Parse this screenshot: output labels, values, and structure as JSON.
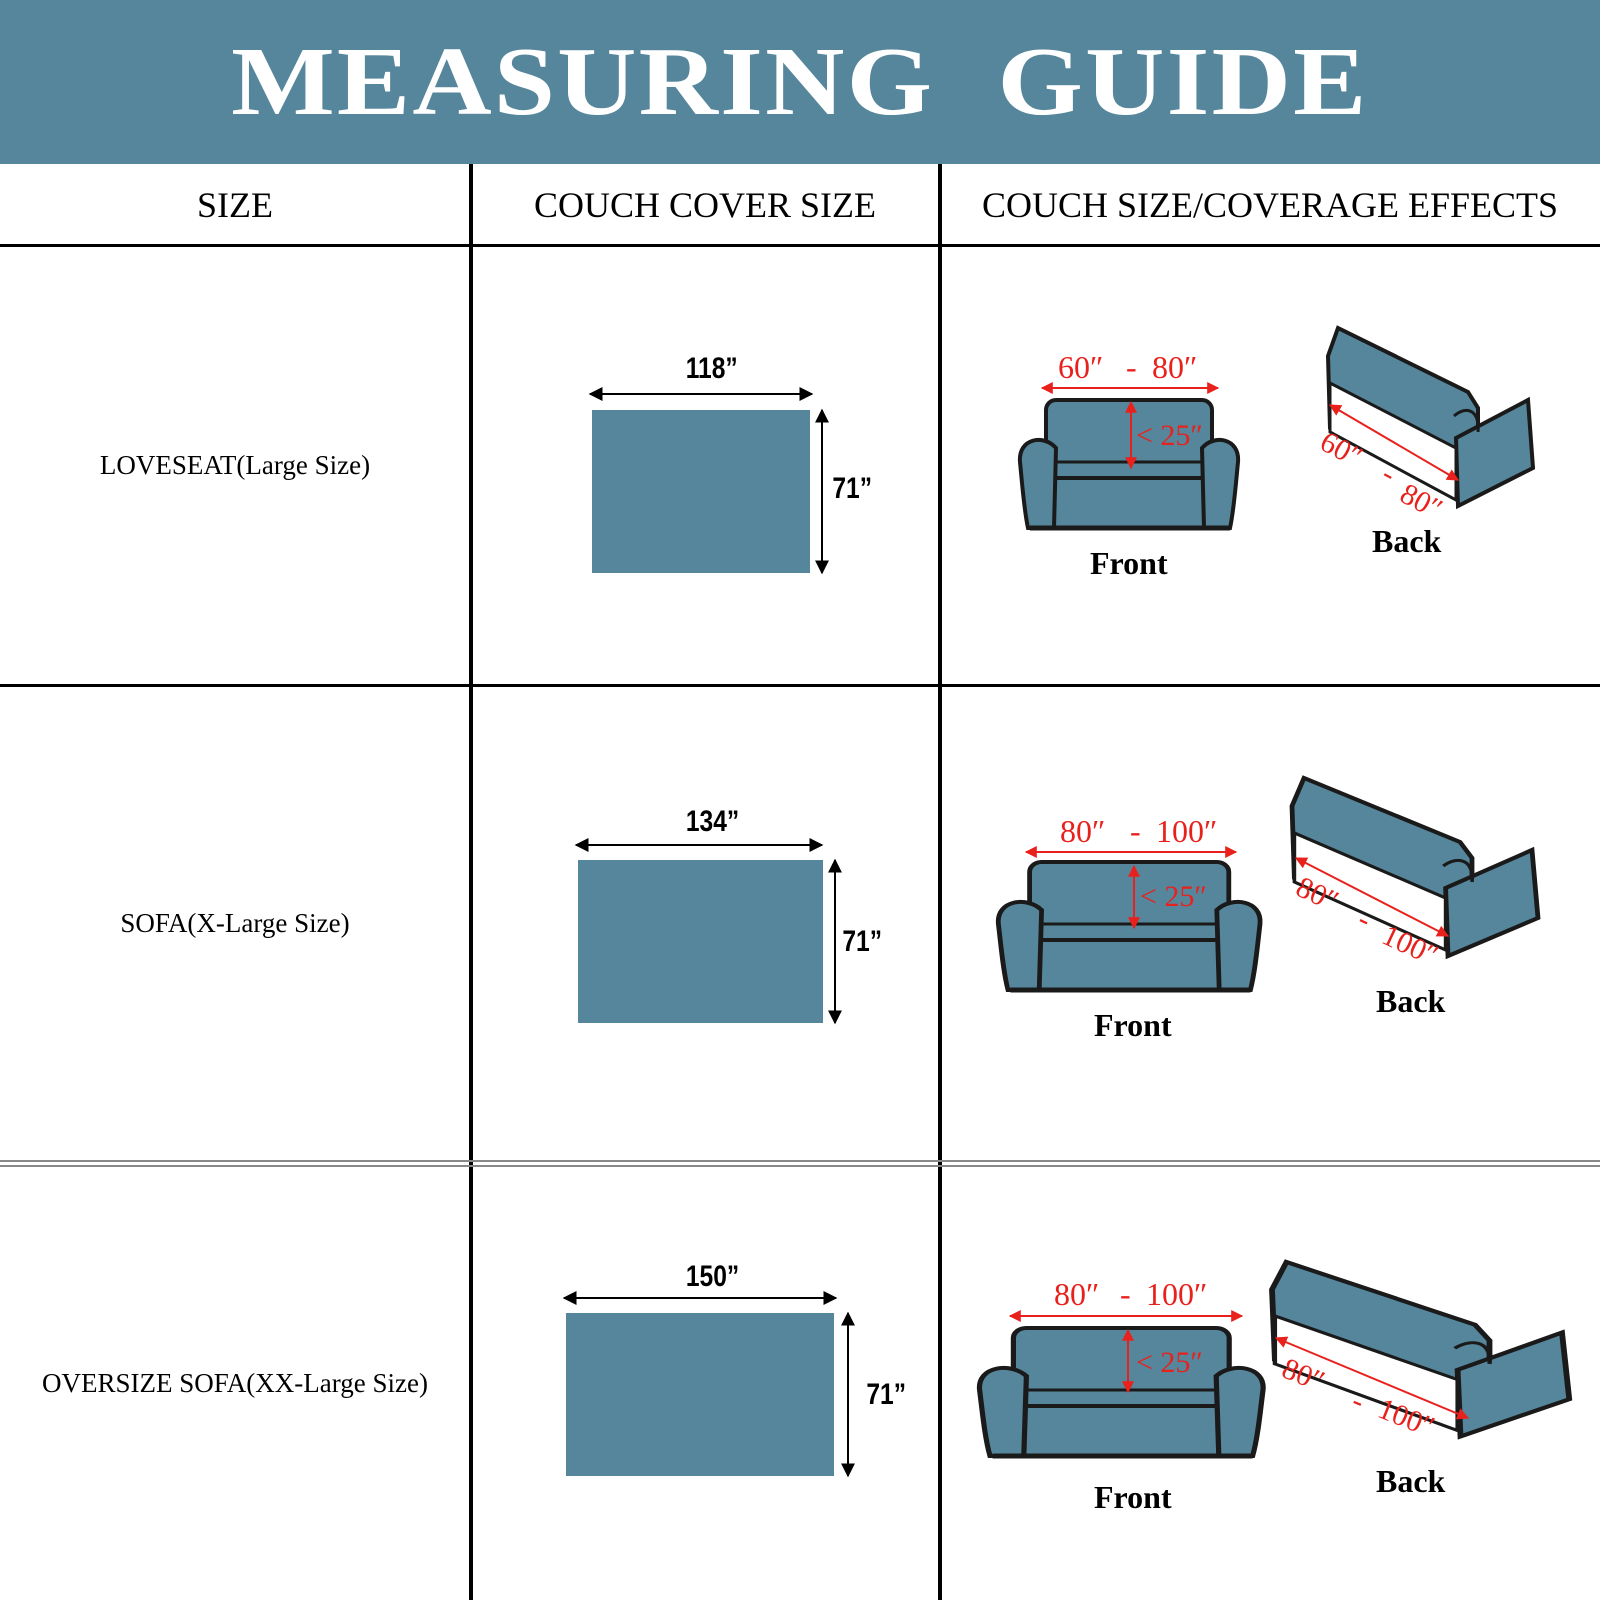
{
  "title": "MEASURING GUIDE",
  "columns": [
    "SIZE",
    "COUCH COVER SIZE",
    "COUCH SIZE/COVERAGE EFFECTS"
  ],
  "rows": [
    {
      "size": "LOVESEAT(Large Size)",
      "cover_width": "118”",
      "cover_height": "71”",
      "front_range_min": "60″",
      "front_range_sep": "-",
      "front_range_max": "80″",
      "front_height": "< 25″",
      "back_range_min": "60″",
      "back_range_sep": "-",
      "back_range_max": "80″",
      "front_label": "Front",
      "back_label": "Back"
    },
    {
      "size": "SOFA(X-Large Size)",
      "cover_width": "134”",
      "cover_height": "71”",
      "front_range_min": "80″",
      "front_range_sep": "-",
      "front_range_max": "100″",
      "front_height": "< 25″",
      "back_range_min": "80″",
      "back_range_sep": "-",
      "back_range_max": "100″",
      "front_label": "Front",
      "back_label": "Back"
    },
    {
      "size": "OVERSIZE SOFA(XX-Large Size)",
      "cover_width": "150”",
      "cover_height": "71”",
      "front_range_min": "80″",
      "front_range_sep": "-",
      "front_range_max": "100″",
      "front_height": "< 25″",
      "back_range_min": "80″",
      "back_range_sep": "-",
      "back_range_max": "100″",
      "front_label": "Front",
      "back_label": "Back"
    }
  ],
  "colors": {
    "accent": "#56869b",
    "dimension_red": "#e8211c",
    "line": "#000000"
  },
  "icons": [
    "loveseat-front-illustration",
    "loveseat-back-illustration",
    "sofa-front-illustration",
    "sofa-back-illustration",
    "oversize-sofa-front-illustration",
    "oversize-sofa-back-illustration"
  ]
}
